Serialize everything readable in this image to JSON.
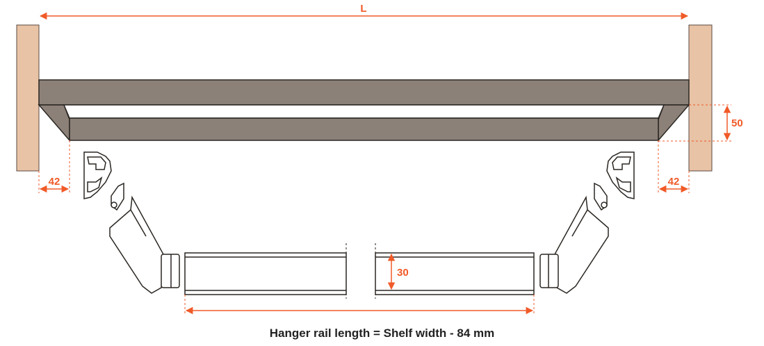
{
  "colors": {
    "wall": "#e8c3a6",
    "wall_edge": "#5a4a40",
    "rail": "#8c8178",
    "rail_edge": "#2a2622",
    "dimension": "#f05a28",
    "caption": "#222222"
  },
  "labels": {
    "length": "L",
    "left_offset": "42",
    "right_offset": "42",
    "height": "50",
    "profile_height": "30"
  },
  "caption": "Hanger rail length = Shelf width - 84 mm"
}
